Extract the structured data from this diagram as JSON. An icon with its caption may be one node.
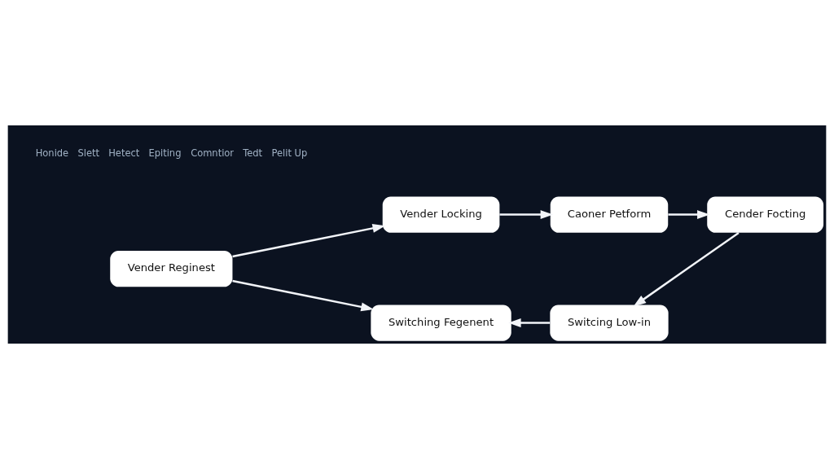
{
  "diagram": {
    "nodes": [
      {
        "text": [
          "Vender Locking"
        ]
      },
      {
        "text": [
          "Caoner Petform"
        ]
      },
      {
        "text": [
          "Vender Reginest"
        ]
      },
      {
        "text": [
          "Cender Focting"
        ]
      },
      {
        "text": [
          "Switcing Low-in"
        ]
      },
      {
        "text": [
          "Switching Fegenent"
        ]
      }
    ],
    "edges": [
      {
        "from": 2,
        "to": 0,
        "arrow": "to"
      },
      {
        "from": 0,
        "to": 1,
        "arrow": "to"
      },
      {
        "from": 1,
        "to": 3,
        "arrow": "to"
      },
      {
        "from": 3,
        "to": 4,
        "arrow": "to"
      },
      {
        "from": 4,
        "to": 5,
        "arrow": "to"
      },
      {
        "from": 2,
        "to": 5,
        "arrow": "to"
      }
    ],
    "labels": [
      "Honide",
      "Slett",
      "Hetect",
      "Epiting",
      "Comntior",
      "Tedt",
      "Pelit Up"
    ]
  }
}
